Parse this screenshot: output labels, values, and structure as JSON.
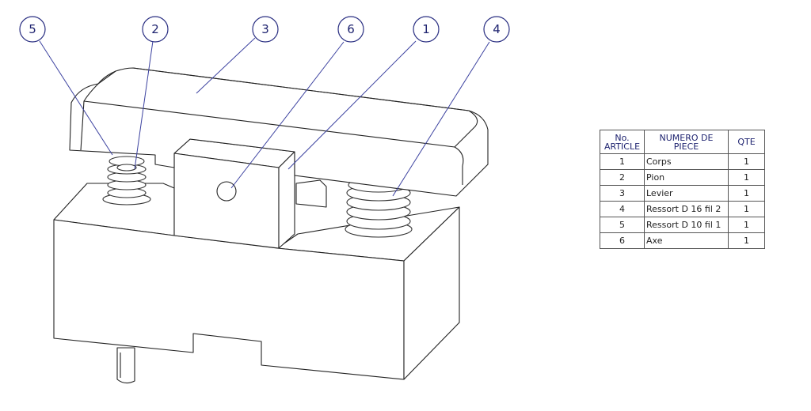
{
  "balloons": [
    {
      "label": "5"
    },
    {
      "label": "2"
    },
    {
      "label": "3"
    },
    {
      "label": "6"
    },
    {
      "label": "1"
    },
    {
      "label": "4"
    }
  ],
  "bom": {
    "headers": [
      "No. ARTICLE",
      "NUMERO DE PIECE",
      "QTE"
    ],
    "rows": [
      {
        "no": "1",
        "name": "Corps",
        "qty": "1"
      },
      {
        "no": "2",
        "name": "Pion",
        "qty": "1"
      },
      {
        "no": "3",
        "name": "Levier",
        "qty": "1"
      },
      {
        "no": "4",
        "name": "Ressort D 16 fil 2",
        "qty": "1"
      },
      {
        "no": "5",
        "name": "Ressort D 10 fil 1",
        "qty": "1"
      },
      {
        "no": "6",
        "name": "Axe",
        "qty": "1"
      }
    ]
  },
  "colors": {
    "balloon": "#2a2f82",
    "lines": "#222222"
  }
}
